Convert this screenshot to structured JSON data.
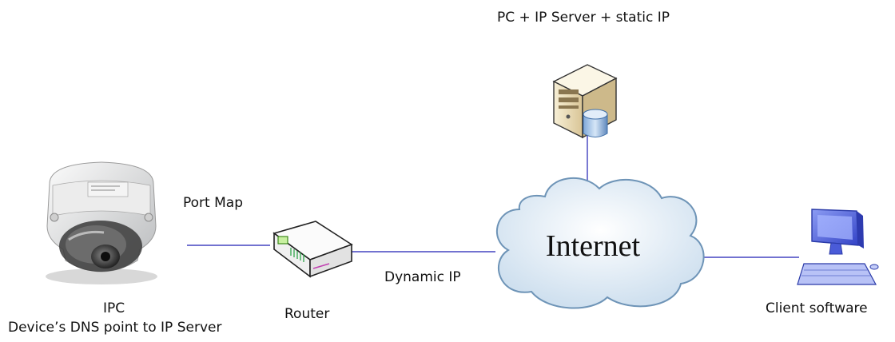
{
  "labels": {
    "server": "PC + IP Server + static IP",
    "port_map": "Port Map",
    "dynamic_ip": "Dynamic IP",
    "ipc": "IPC",
    "ipc_dns": "Device’s DNS point to IP Server",
    "router": "Router",
    "internet": "Internet",
    "client": "Client software"
  },
  "icons": {
    "camera": "dome-camera-icon",
    "router": "router-icon",
    "server": "server-tower-icon",
    "database": "database-icon",
    "cloud": "cloud-icon",
    "client": "computer-monitor-icon"
  },
  "colors": {
    "link": "#1f1fb4",
    "cloud_fill": "#e6f0f8",
    "cloud_stroke": "#6e94b7",
    "server_body": "#efe3c2",
    "monitor_blue": "#4a5bd8"
  }
}
